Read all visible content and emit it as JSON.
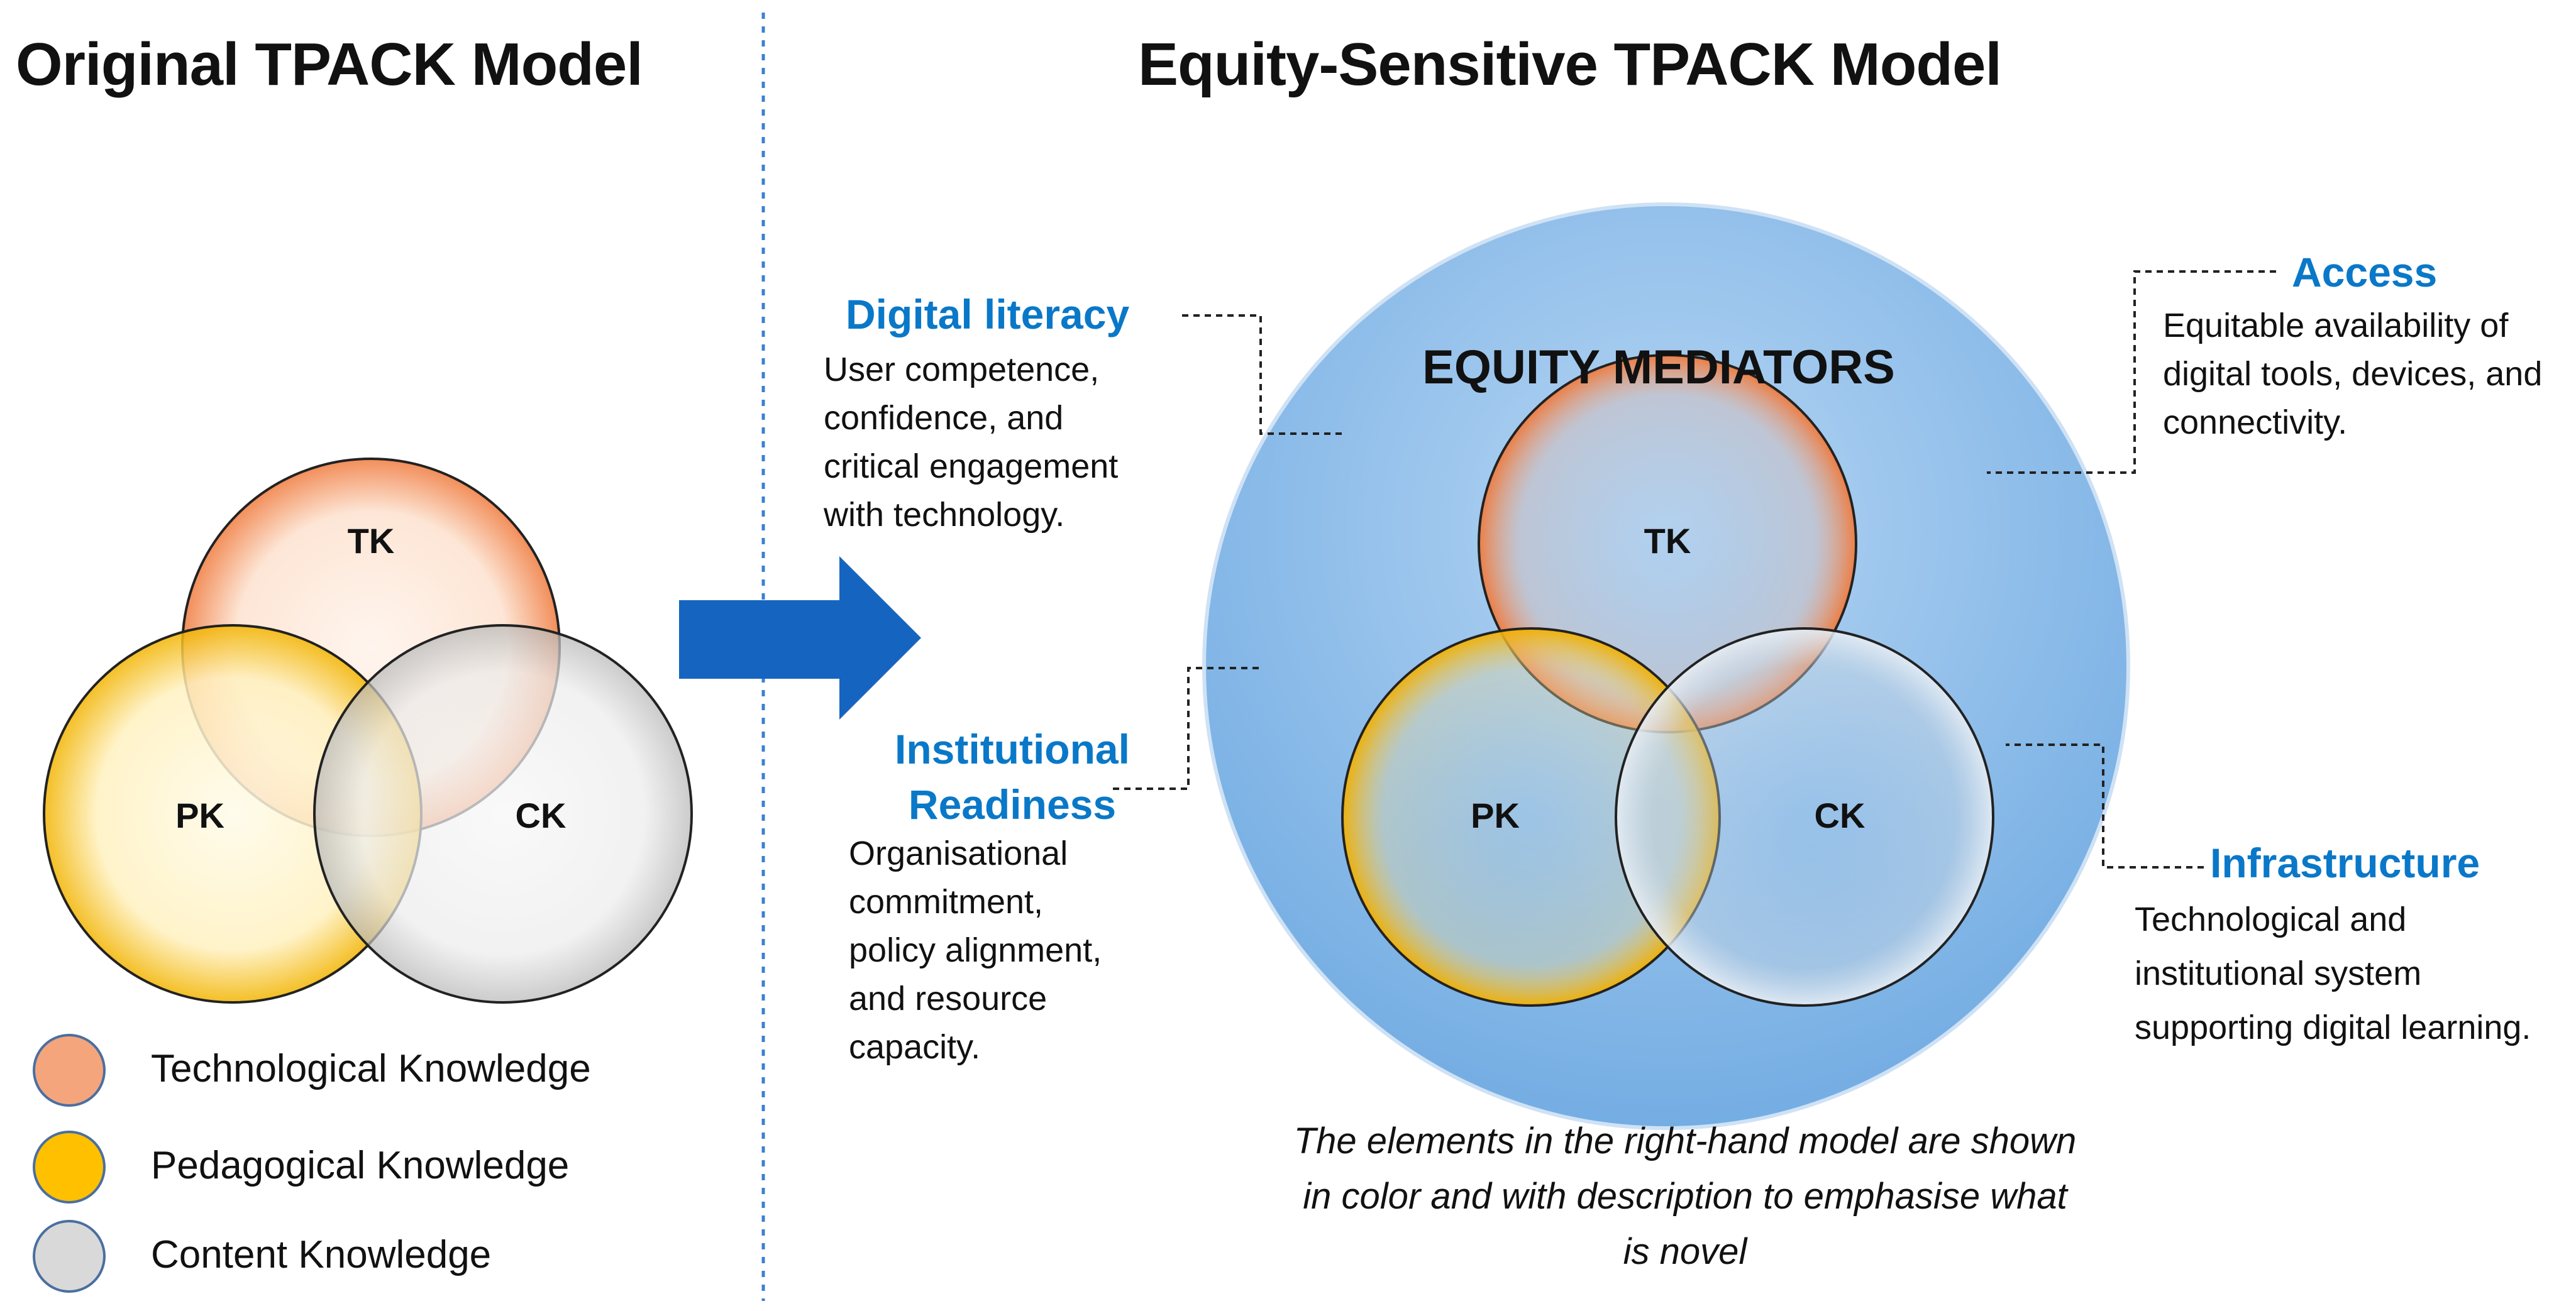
{
  "titles": {
    "left": "Original TPACK Model",
    "right": "Equity-Sensitive TPACK Model"
  },
  "circles": {
    "tk": "TK",
    "pk": "PK",
    "ck": "CK"
  },
  "legend": [
    {
      "label": "Technological Knowledge",
      "color": "#f4a57c"
    },
    {
      "label": "Pedagogical Knowledge",
      "color": "#ffc000"
    },
    {
      "label": "Content Knowledge",
      "color": "#d9d9d9"
    }
  ],
  "equity_mediators_label": "EQUITY MEDIATORS",
  "mediators": {
    "digital_literacy": {
      "title": "Digital literacy",
      "lines": [
        "User competence,",
        "confidence, and",
        "critical engagement",
        "with technology."
      ]
    },
    "institutional_readiness": {
      "title_lines": [
        "Institutional",
        "Readiness"
      ],
      "lines": [
        "Organisational",
        "commitment,",
        "policy alignment,",
        "and resource",
        "capacity."
      ]
    },
    "access": {
      "title": "Access",
      "lines": [
        "Equitable availability of",
        "digital tools, devices, and",
        "connectivity."
      ]
    },
    "infrastructure": {
      "title": "Infrastructure",
      "lines": [
        "Technological and",
        "institutional system",
        "supporting digital learning."
      ]
    }
  },
  "caption_lines": [
    "The elements in the right-hand model are shown",
    "in color and with description to emphasise what",
    "is novel"
  ],
  "colors": {
    "accent_blue": "#0a78c8",
    "arrow_blue": "#1565c0",
    "tk_orange": "#f4a57c",
    "pk_gold": "#ffc000",
    "ck_grey": "#d9d9d9",
    "mediator_circle": "#7fb4e6"
  }
}
